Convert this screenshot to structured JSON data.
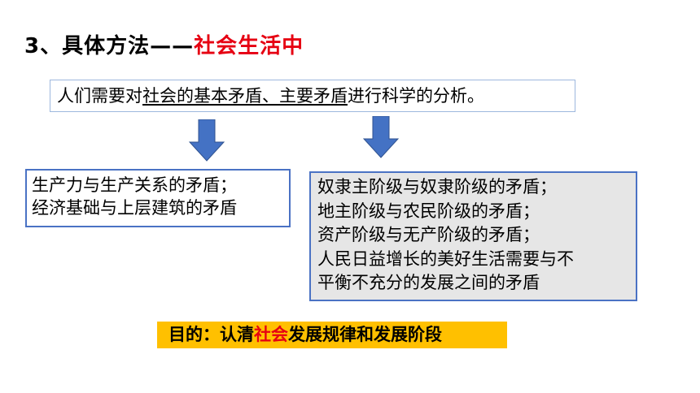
{
  "title": {
    "prefix": "3、具体方法——",
    "highlight": "社会生活中"
  },
  "statement": {
    "before": "人们需要对",
    "underlined": "社会的基本矛盾、主要矛盾",
    "after": "进行科学的分析。"
  },
  "left_box": {
    "lines": [
      "生产力与生产关系的矛盾；",
      "经济基础与上层建筑的矛盾"
    ]
  },
  "right_box": {
    "lines": [
      "奴隶主阶级与奴隶阶级的矛盾；",
      "地主阶级与农民阶级的矛盾；",
      "资产阶级与无产阶级的矛盾；",
      "人民日益增长的美好生活需要与不",
      "平衡不充分的发展之间的矛盾"
    ]
  },
  "purpose": {
    "prefix": "目的：认清",
    "highlight": "社会",
    "suffix": "发展规律和发展阶段"
  },
  "colors": {
    "highlight_red": "#e60012",
    "arrow_blue": "#4472c4",
    "purpose_bg": "#ffc000",
    "box_border": "#4a72c4"
  }
}
